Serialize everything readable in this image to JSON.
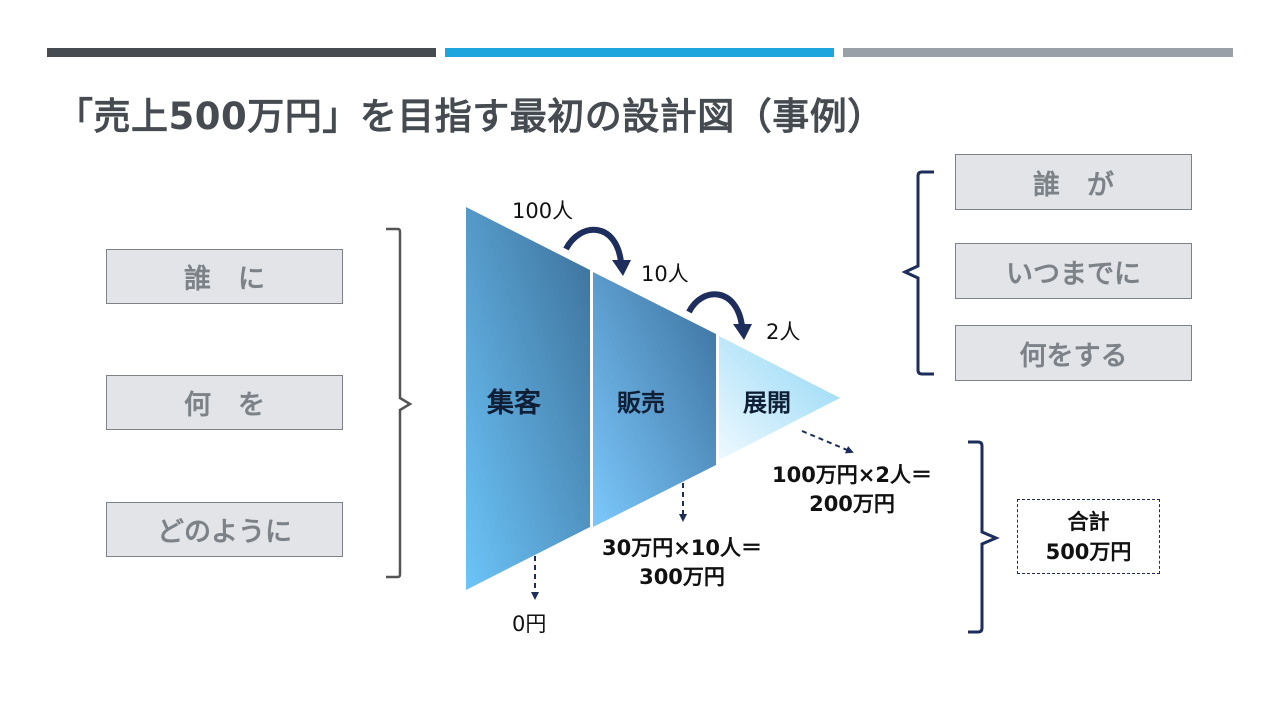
{
  "title": "「売上500万円」を目指す最初の設計図（事例）",
  "left_boxes": [
    "誰　に",
    "何　を",
    "どのように"
  ],
  "right_boxes": [
    "誰　が",
    "いつまでに",
    "何をする"
  ],
  "funnel": {
    "stages": [
      "集客",
      "販売",
      "展開"
    ],
    "counts": [
      "100人",
      "10人",
      "2人"
    ],
    "results": {
      "zero": "0円",
      "sales_line1": "30万円×10人＝",
      "sales_line2": "300万円",
      "expand_line1": "100万円×2人＝",
      "expand_line2": "200万円"
    }
  },
  "total": {
    "label": "合計",
    "value": "500万円"
  },
  "colors": {
    "bar_dark": "#454b51",
    "bar_blue": "#1fa5de",
    "bar_gray": "#9aa0a7",
    "box_fill": "#e2e4e7",
    "box_border": "#7d8288",
    "navy": "#1d2d5c"
  }
}
